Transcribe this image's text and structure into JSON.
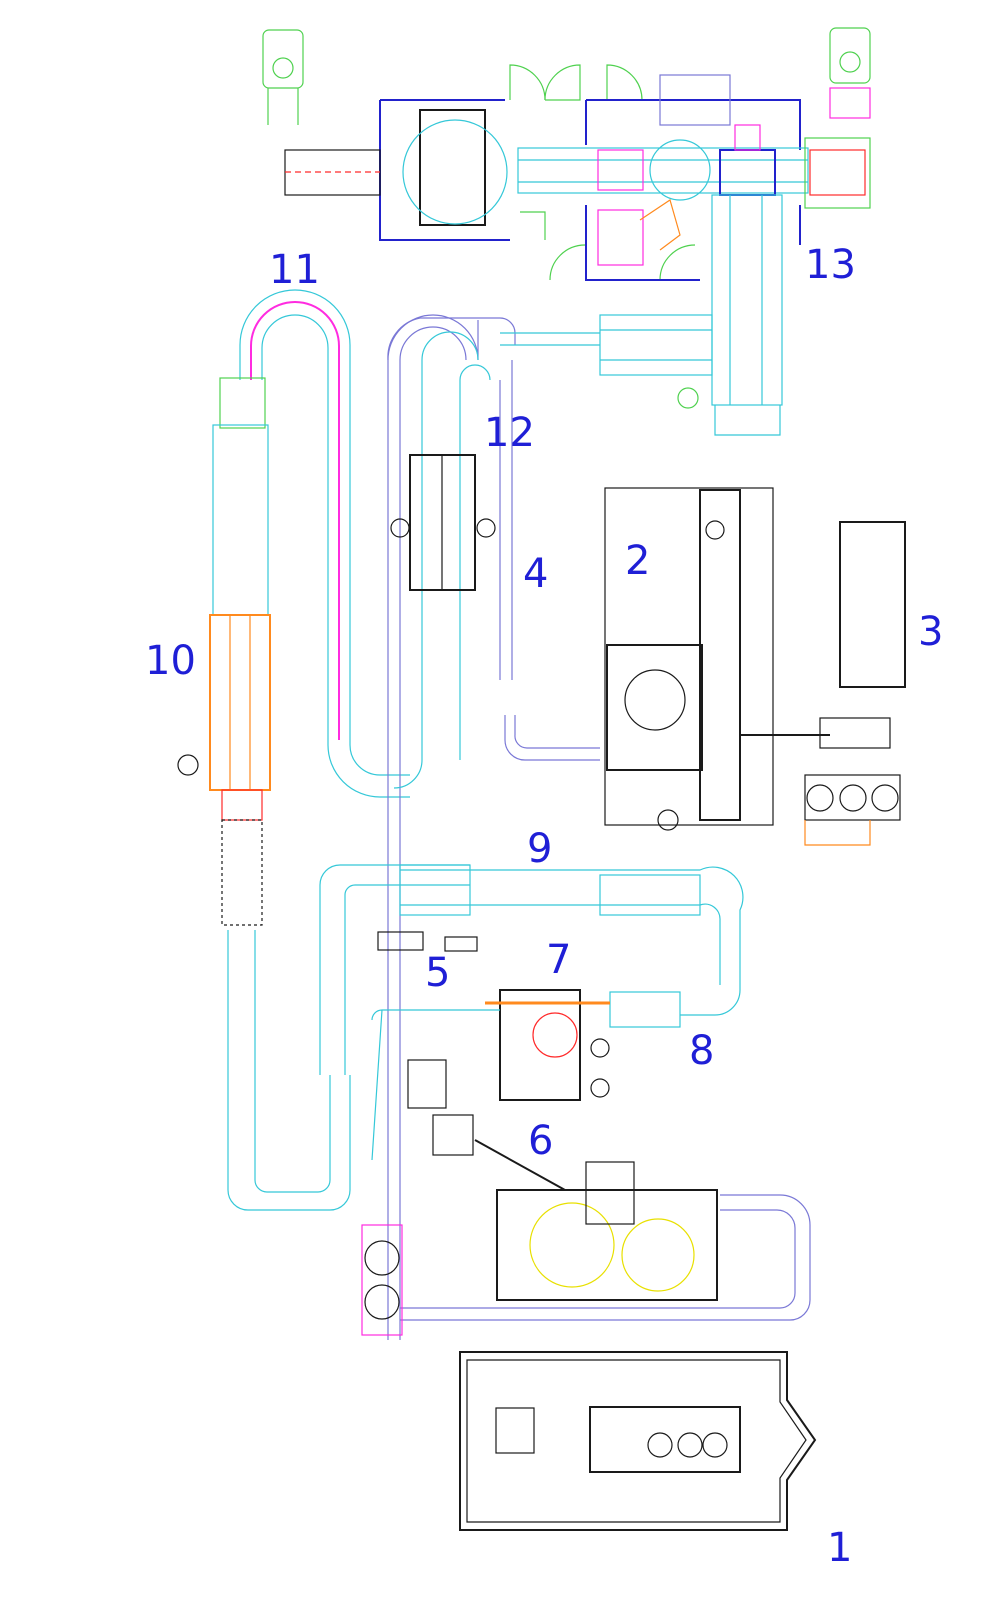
{
  "labels": {
    "station_1": "1",
    "station_2": "2",
    "station_3": "3",
    "station_4": "4",
    "station_5": "5",
    "station_6": "6",
    "station_7": "7",
    "station_8": "8",
    "station_9": "9",
    "station_10": "10",
    "station_11": "11",
    "station_12": "12",
    "station_13": "13"
  },
  "colors": {
    "label": "#1f1fd6",
    "conveyor_cyan": "#35c8d8",
    "conveyor_blue": "#7a78d6",
    "line_black": "#1a1a1a",
    "green": "#4fd14f",
    "orange": "#ff8a1e",
    "magenta": "#ff2be0",
    "red": "#ff2a2a",
    "yellow": "#e8e000",
    "frame_blue": "#2222cc"
  }
}
